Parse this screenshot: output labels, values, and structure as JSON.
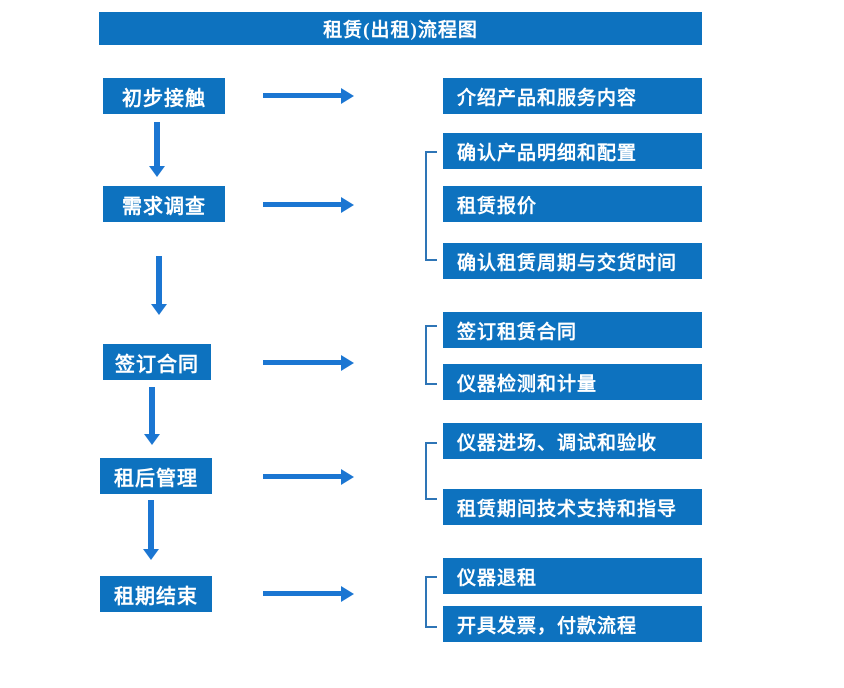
{
  "title": "租赁(出租)流程图",
  "colors": {
    "box": "#0d72bf",
    "arrow": "#1b76d2",
    "bracket": "#2e75b6",
    "text": "#ffffff",
    "background": "#ffffff"
  },
  "steps": [
    {
      "label": "初步接触",
      "outputs": [
        "介绍产品和服务内容"
      ]
    },
    {
      "label": "需求调查",
      "outputs": [
        "确认产品明细和配置",
        "租赁报价",
        "确认租赁周期与交货时间"
      ]
    },
    {
      "label": "签订合同",
      "outputs": [
        "签订租赁合同",
        "仪器检测和计量"
      ]
    },
    {
      "label": "租后管理",
      "outputs": [
        "仪器进场、调试和验收",
        "租赁期间技术支持和指导"
      ]
    },
    {
      "label": "租期结束",
      "outputs": [
        "仪器退租",
        "开具发票，付款流程"
      ]
    }
  ]
}
